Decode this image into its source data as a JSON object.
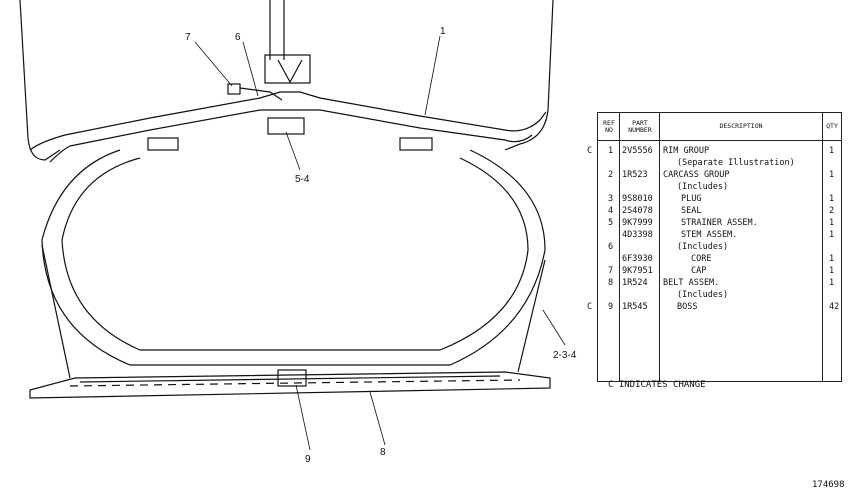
{
  "drawing": {
    "callouts": {
      "c7": "7",
      "c6": "6",
      "c1": "1",
      "c54": "5-4",
      "c234": "2-3-4",
      "c9": "9",
      "c8": "8"
    }
  },
  "table": {
    "headers": {
      "ref": "REF\nNO",
      "part": "PART\nNUMBER",
      "desc": "DESCRIPTION",
      "qty": "QTY"
    },
    "rows": [
      {
        "c": "C",
        "ref": "1",
        "part": "2V5556",
        "desc": "RIM GROUP",
        "qty": "1"
      },
      {
        "c": "",
        "ref": "",
        "part": "",
        "desc": "(Separate Illustration)",
        "qty": ""
      },
      {
        "c": "",
        "ref": "2",
        "part": "1R523",
        "desc": "CARCASS GROUP",
        "qty": "1"
      },
      {
        "c": "",
        "ref": "",
        "part": "",
        "desc": "(Includes)",
        "qty": ""
      },
      {
        "c": "",
        "ref": "3",
        "part": "9S8010",
        "desc": "PLUG",
        "qty": "1"
      },
      {
        "c": "",
        "ref": "4",
        "part": "2S4078",
        "desc": "SEAL",
        "qty": "2"
      },
      {
        "c": "",
        "ref": "5",
        "part": "9K7999",
        "desc": "STRAINER ASSEM.",
        "qty": "1"
      },
      {
        "c": "",
        "ref": "",
        "part": "4D3398",
        "desc": "STEM ASSEM.",
        "qty": "1"
      },
      {
        "c": "",
        "ref": "6",
        "part": "",
        "desc": "(Includes)",
        "qty": ""
      },
      {
        "c": "",
        "ref": "",
        "part": "6F3930",
        "desc": "CORE",
        "qty": "1"
      },
      {
        "c": "",
        "ref": "7",
        "part": "9K7951",
        "desc": "CAP",
        "qty": "1"
      },
      {
        "c": "",
        "ref": "8",
        "part": "1R524",
        "desc": "BELT ASSEM.",
        "qty": "1"
      },
      {
        "c": "",
        "ref": "",
        "part": "",
        "desc": "(Includes)",
        "qty": ""
      },
      {
        "c": "C",
        "ref": "9",
        "part": "1R545",
        "desc": "BOSS",
        "qty": "42"
      }
    ],
    "change_note": "C INDICATES CHANGE"
  },
  "drawing_number": "174698"
}
